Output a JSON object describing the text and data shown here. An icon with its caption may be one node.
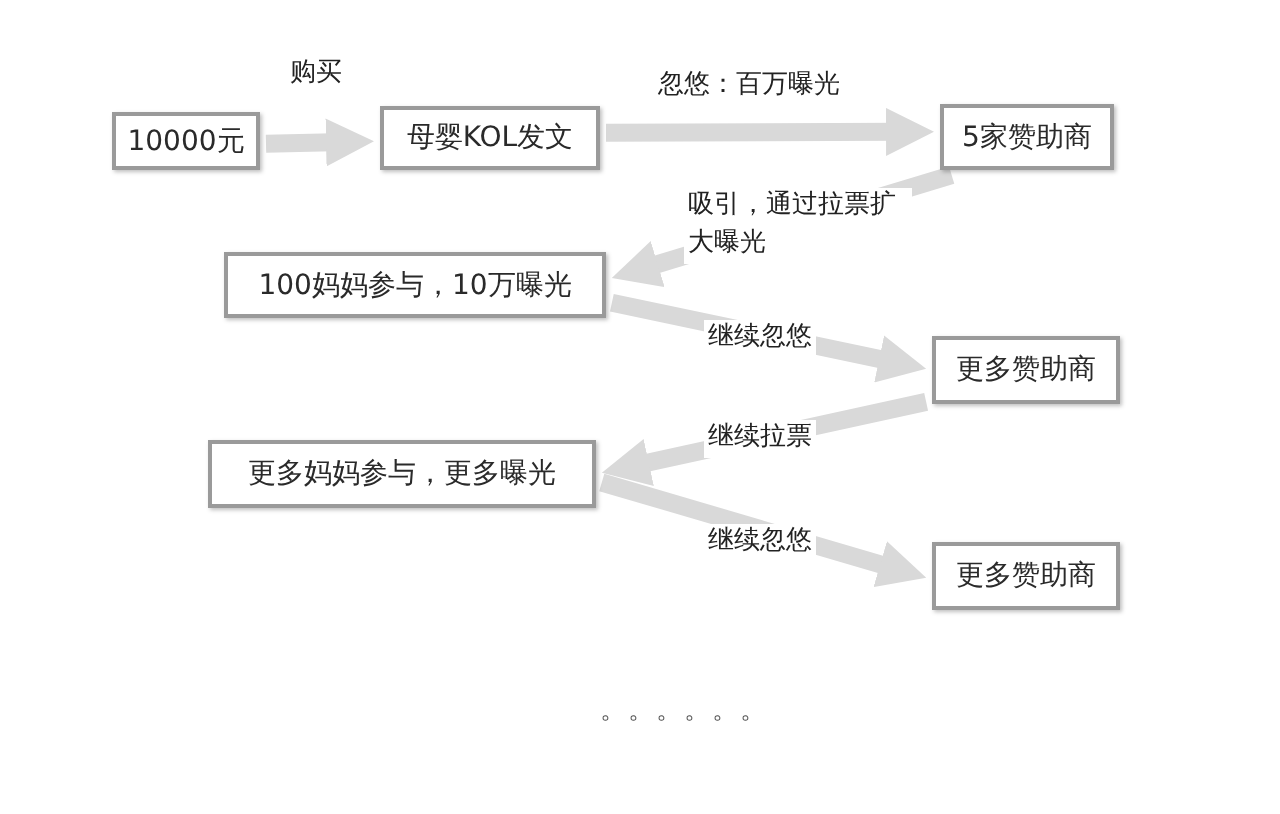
{
  "diagram": {
    "nodes": [
      {
        "text": [
          "10000元"
        ]
      },
      {
        "text": [
          "母婴KOL发文"
        ]
      },
      {
        "text": [
          "5家赞助商"
        ]
      },
      {
        "text": [
          "100妈妈参与，10万曝光"
        ]
      },
      {
        "text": [
          "更多赞助商"
        ]
      },
      {
        "text": [
          "更多妈妈参与，更多曝光"
        ]
      },
      {
        "text": [
          "更多赞助商"
        ]
      }
    ],
    "edges": [
      {
        "from": 0,
        "to": 1,
        "arrow": "to",
        "label": "购买"
      },
      {
        "from": 1,
        "to": 2,
        "arrow": "to",
        "label": "忽悠：百万曝光"
      },
      {
        "from": 2,
        "to": 3,
        "arrow": "to",
        "label": "吸引，通过拉票扩大曝光"
      },
      {
        "from": 3,
        "to": 4,
        "arrow": "to",
        "label": "继续忽悠"
      },
      {
        "from": 4,
        "to": 5,
        "arrow": "to",
        "label": "继续拉票"
      },
      {
        "from": 5,
        "to": 6,
        "arrow": "to",
        "label": "继续忽悠"
      }
    ],
    "labels": [
      "。。。。。。"
    ]
  }
}
